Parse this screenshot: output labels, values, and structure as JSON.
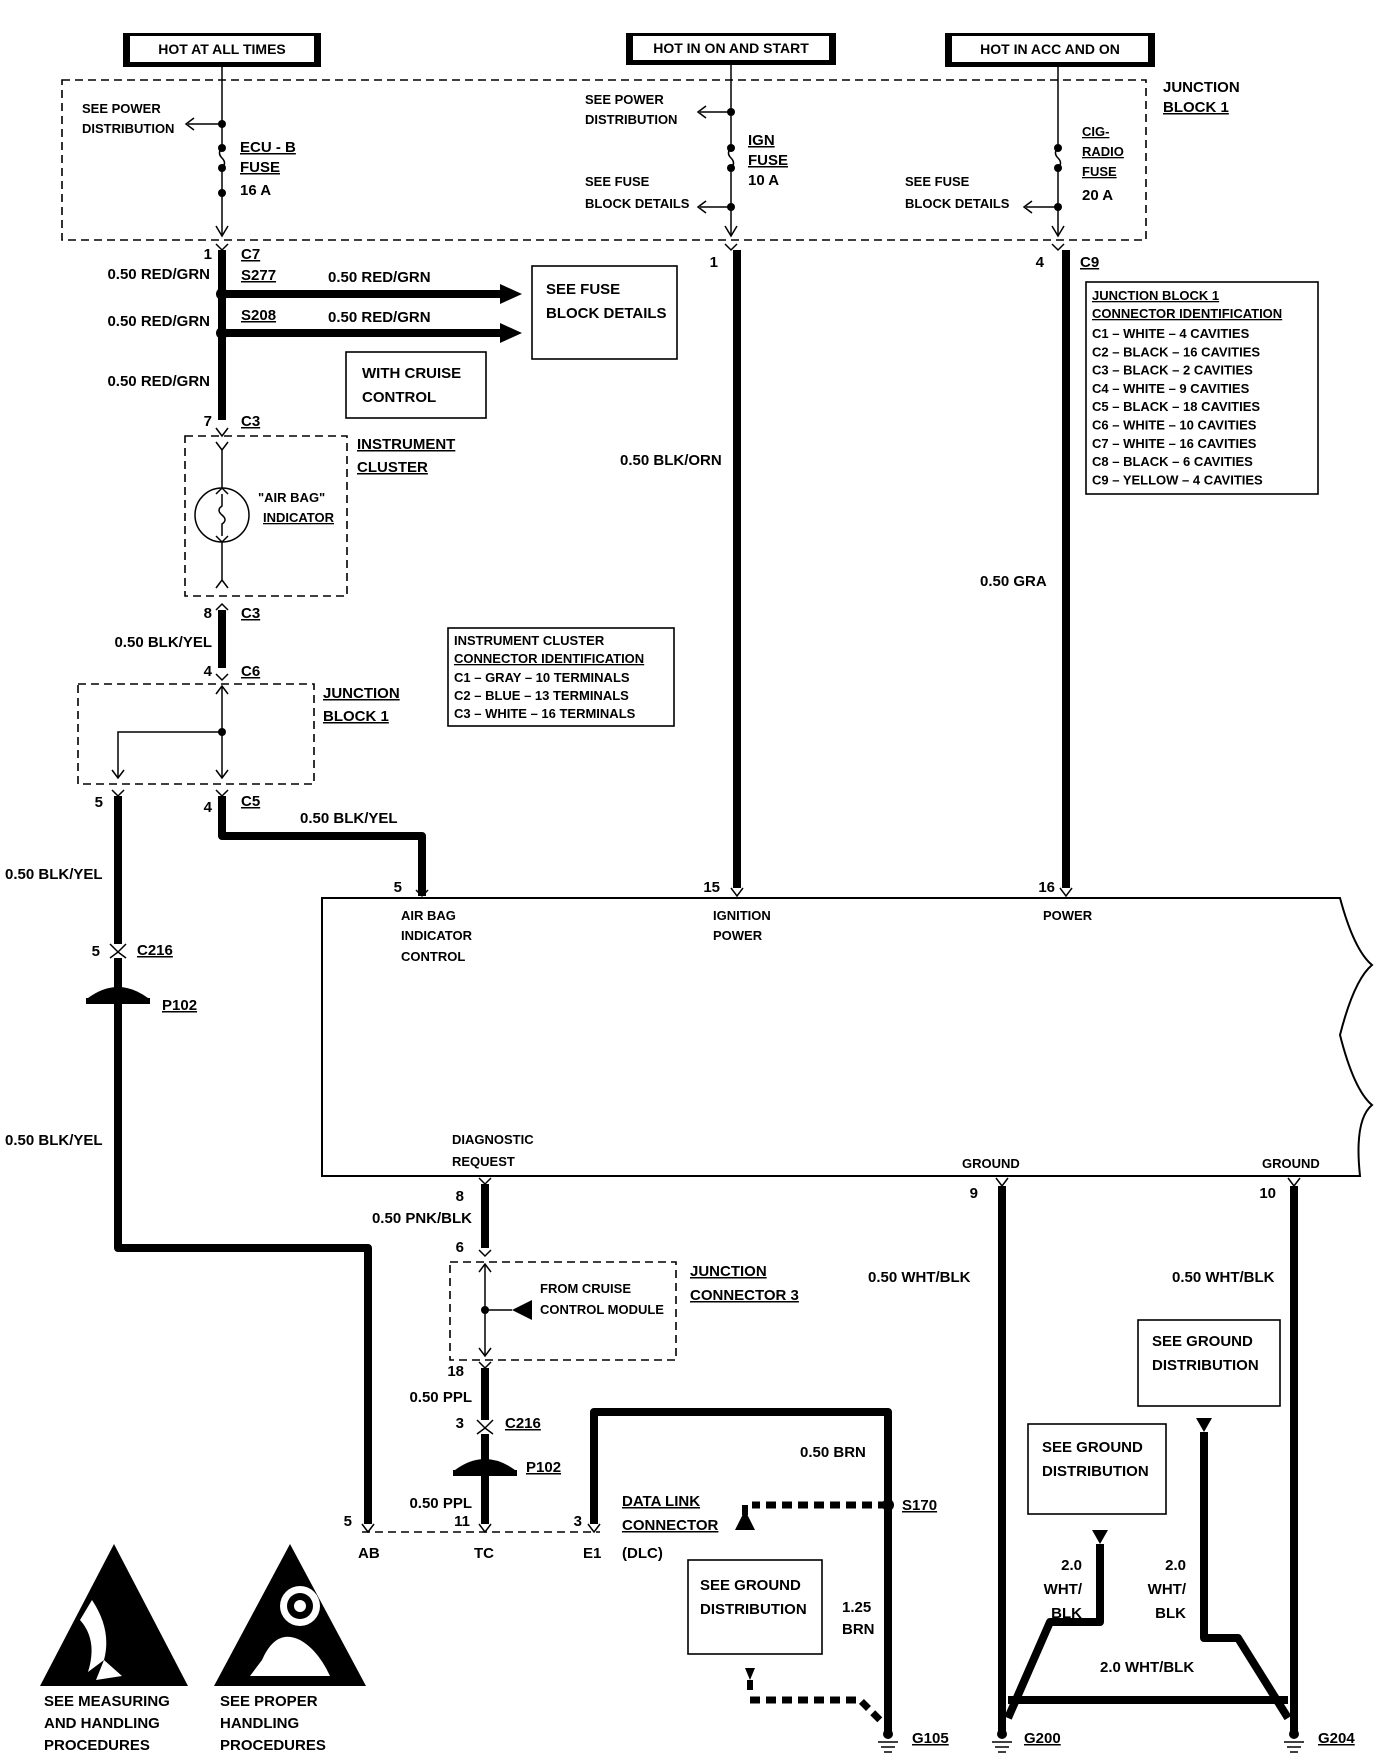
{
  "headers": {
    "hot_all_times": "HOT AT ALL TIMES",
    "hot_on_start": "HOT IN ON AND START",
    "hot_acc_on": "HOT IN ACC AND ON"
  },
  "junction_block_top": {
    "line1": "JUNCTION",
    "line2": "BLOCK 1"
  },
  "fuses": {
    "ecu": {
      "name1": "ECU - B",
      "name2": "FUSE",
      "rating": "16 A"
    },
    "ign": {
      "name1": "IGN",
      "name2": "FUSE",
      "rating": "10 A"
    },
    "cig": {
      "name1": "CIG-",
      "name2": "RADIO",
      "name3": "FUSE",
      "rating": "20 A"
    }
  },
  "notes": {
    "see_power_1a": "SEE POWER",
    "see_power_1b": "DISTRIBUTION",
    "see_power_2a": "SEE POWER",
    "see_power_2b": "DISTRIBUTION",
    "see_fuse_2a": "SEE FUSE",
    "see_fuse_2b": "BLOCK DETAILS",
    "see_fuse_3a": "SEE FUSE",
    "see_fuse_3b": "BLOCK DETAILS",
    "fuse_block_box1": "SEE FUSE",
    "fuse_block_box2": "BLOCK DETAILS",
    "cruise1": "WITH CRUISE",
    "cruise2": "CONTROL"
  },
  "wires": {
    "red_grn_1": "0.50 RED/GRN",
    "red_grn_2": "0.50 RED/GRN",
    "red_grn_3": "0.50 RED/GRN",
    "red_grn_4": "0.50 RED/GRN",
    "red_grn_5": "0.50 RED/GRN",
    "blk_orn": "0.50 BLK/ORN",
    "gra": "0.50 GRA",
    "blk_yel_1": "0.50 BLK/YEL",
    "blk_yel_2": "0.50 BLK/YEL",
    "blk_yel_3": "0.50 BLK/YEL",
    "blk_yel_4": "0.50 BLK/YEL",
    "pnk_blk": "0.50 PNK/BLK",
    "ppl_1": "0.50 PPL",
    "ppl_2": "0.50 PPL",
    "brn": "0.50 BRN",
    "brn125a": "1.25",
    "brn125b": "BRN",
    "wht_blk_1": "0.50 WHT/BLK",
    "wht_blk_2": "0.50 WHT/BLK",
    "wht2a_1": "2.0",
    "wht2a_2": "WHT/",
    "wht2a_3": "BLK",
    "wht2b_1": "2.0",
    "wht2b_2": "WHT/",
    "wht2b_3": "BLK",
    "wht_blk_20": "2.0 WHT/BLK"
  },
  "connectors": {
    "c7_pin": "1",
    "c7": "C7",
    "s277": "S277",
    "s208": "S208",
    "c9_pin": "4",
    "c9": "C9",
    "ign_pin": "1",
    "c3_top_pin": "7",
    "c3_top": "C3",
    "c3_bot_pin": "8",
    "c3_bot": "C3",
    "c6_pin": "4",
    "c6": "C6",
    "c5_pin_l": "5",
    "c5_pin_r": "4",
    "c5": "C5",
    "c216_pin": "5",
    "c216": "C216",
    "p102": "P102",
    "pin_5_airbag": "5",
    "pin_15": "15",
    "pin_16": "16",
    "pin_8": "8",
    "pin_9": "9",
    "pin_10": "10",
    "jc3_pin_top": "6",
    "jc3_pin_bot": "18",
    "c216b_pin": "3",
    "c216b": "C216",
    "p102b": "P102",
    "dlc_pin_5": "5",
    "dlc_pin_11": "11",
    "dlc_pin_3": "3",
    "ab": "AB",
    "tc": "TC",
    "e1": "E1",
    "dlc": "(DLC)",
    "s170": "S170",
    "g105": "G105",
    "g200": "G200",
    "g204": "G204"
  },
  "instrument_cluster": {
    "title1": "INSTRUMENT",
    "title2": "CLUSTER",
    "indicator1": "\"AIR BAG\"",
    "indicator2": "INDICATOR"
  },
  "ic_conn_id": {
    "title1": "INSTRUMENT CLUSTER",
    "title2": "CONNECTOR IDENTIFICATION",
    "rows": [
      "C1 – GRAY – 10 TERMINALS",
      "C2 – BLUE – 13 TERMINALS",
      "C3 – WHITE – 16 TERMINALS"
    ]
  },
  "jb1_conn_id": {
    "title1": "JUNCTION BLOCK 1",
    "title2": "CONNECTOR IDENTIFICATION",
    "rows": [
      "C1 – WHITE – 4 CAVITIES",
      "C2 – BLACK – 16 CAVITIES",
      "C3 – BLACK – 2 CAVITIES",
      "C4 – WHITE – 9 CAVITIES",
      "C5 – BLACK – 18 CAVITIES",
      "C6 – WHITE – 10 CAVITIES",
      "C7 – WHITE – 16 CAVITIES",
      "C8 – BLACK – 6 CAVITIES",
      "C9 – YELLOW – 4 CAVITIES"
    ]
  },
  "jb_mid": {
    "line1": "JUNCTION",
    "line2": "BLOCK 1"
  },
  "module": {
    "airbag1": "AIR BAG",
    "airbag2": "INDICATOR",
    "airbag3": "CONTROL",
    "ign1": "IGNITION",
    "ign2": "POWER",
    "power": "POWER",
    "diag1": "DIAGNOSTIC",
    "diag2": "REQUEST",
    "ground1": "GROUND",
    "ground2": "GROUND"
  },
  "jc3": {
    "title1": "JUNCTION",
    "title2": "CONNECTOR 3",
    "from1": "FROM CRUISE",
    "from2": "CONTROL MODULE"
  },
  "dlc_label": {
    "line1": "DATA LINK",
    "line2": "CONNECTOR"
  },
  "ground_dist": {
    "a1": "SEE GROUND",
    "a2": "DISTRIBUTION",
    "b1": "SEE GROUND",
    "b2": "DISTRIBUTION",
    "c1": "SEE GROUND",
    "c2": "DISTRIBUTION"
  },
  "warnings": {
    "esd1": "SEE MEASURING",
    "esd2": "AND HANDLING",
    "esd3": "PROCEDURES",
    "srs1": "SEE PROPER",
    "srs2": "HANDLING",
    "srs3": "PROCEDURES"
  }
}
